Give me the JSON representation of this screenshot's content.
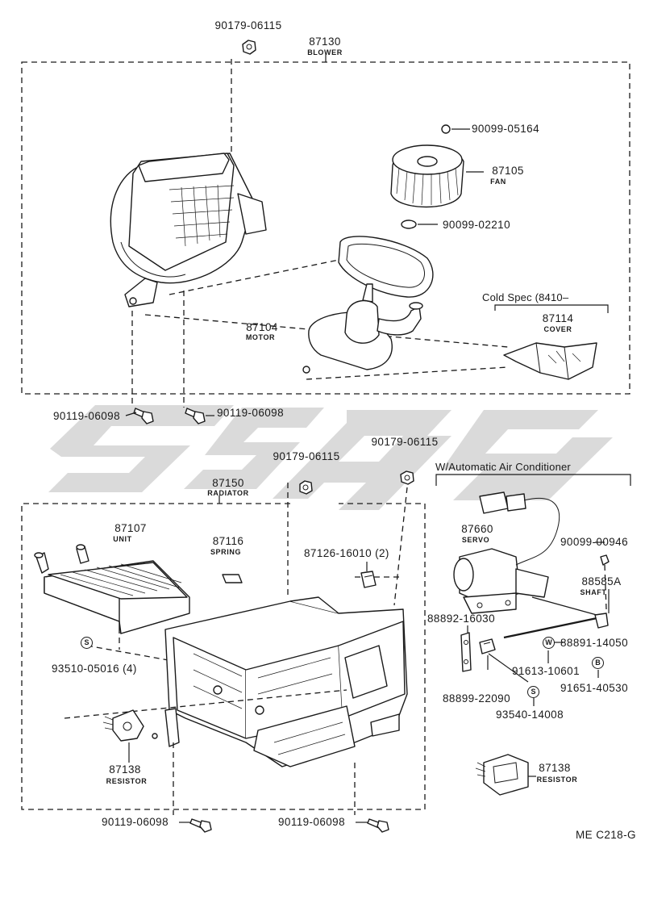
{
  "diagram": {
    "blower_group": {
      "number": "87130",
      "name": "BLOWER"
    },
    "radiator_group": {
      "number": "87150",
      "name": "RADIATOR"
    },
    "parts": {
      "nut_top": "90179-06115",
      "washer_fan_top": "90099-05164",
      "fan": {
        "number": "87105",
        "name": "FAN"
      },
      "washer_fan_bottom": "90099-02210",
      "motor": {
        "number": "87104",
        "name": "MOTOR"
      },
      "cold_spec": "Cold Spec (8410–",
      "cover": {
        "number": "87114",
        "name": "COVER"
      },
      "bolt_left": "90119-06098",
      "bolt_right": "90119-06098",
      "nut_mid_left": "90179-06115",
      "nut_mid_right": "90179-06115",
      "unit": {
        "number": "87107",
        "name": "UNIT"
      },
      "spring": {
        "number": "87116",
        "name": "SPRING"
      },
      "clip": "87126-16010 (2)",
      "screw_unit": "93510-05016 (4)",
      "resistor_left": {
        "number": "87138",
        "name": "RESISTOR"
      },
      "bolt_bottom_left": "90119-06098",
      "bolt_bottom_right": "90119-06098",
      "auto_ac_header": "W/Automatic Air Conditioner",
      "servo": {
        "number": "87660",
        "name": "SERVO"
      },
      "washer_servo": "90099-00946",
      "shaft": {
        "number": "88585A",
        "name": "SHAFT"
      },
      "bracket": "88892-16030",
      "rod": "88891-14050",
      "washer_w": "91613-10601",
      "bolt_b": "91651-40530",
      "connector": "88899-22090",
      "screw_s": "93540-14008",
      "resistor_right": {
        "number": "87138",
        "name": "RESISTOR"
      }
    },
    "symbols": {
      "screw": "S",
      "washer": "W",
      "bolt": "B"
    },
    "figure_code": "ME C218-G",
    "watermark": "CSQG"
  }
}
